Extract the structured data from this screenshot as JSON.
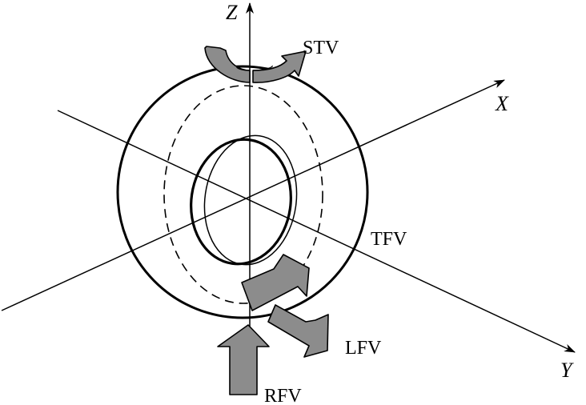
{
  "axes": {
    "x_label": "X",
    "y_label": "Y",
    "z_label": "Z"
  },
  "forces": {
    "stv": "STV",
    "tfv": "TFV",
    "lfv": "LFV",
    "rfv": "RFV"
  },
  "colors": {
    "arrow_fill": "#8c8c8c",
    "line": "#000000"
  }
}
